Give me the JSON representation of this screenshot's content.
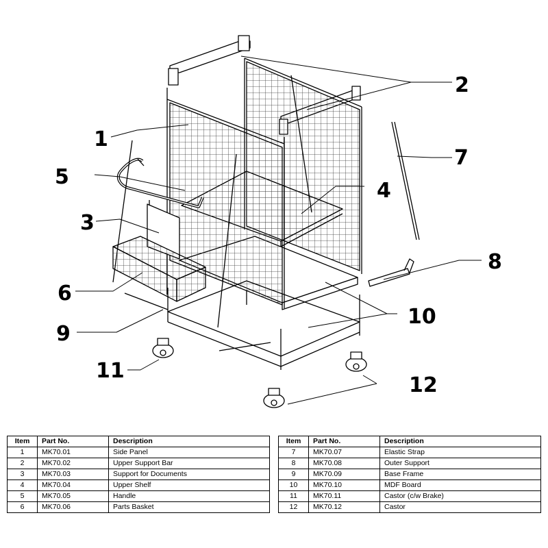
{
  "callouts": [
    "1",
    "2",
    "3",
    "4",
    "5",
    "6",
    "7",
    "8",
    "9",
    "10",
    "11",
    "12"
  ],
  "table": {
    "headers": [
      "Item",
      "Part No.",
      "Description"
    ],
    "left_rows": [
      {
        "item": "1",
        "part": "MK70.01",
        "desc": "Side Panel"
      },
      {
        "item": "2",
        "part": "MK70.02",
        "desc": "Upper Support Bar"
      },
      {
        "item": "3",
        "part": "MK70.03",
        "desc": "Support for Documents"
      },
      {
        "item": "4",
        "part": "MK70.04",
        "desc": "Upper Shelf"
      },
      {
        "item": "5",
        "part": "MK70.05",
        "desc": "Handle"
      },
      {
        "item": "6",
        "part": "MK70.06",
        "desc": "Parts Basket"
      }
    ],
    "right_rows": [
      {
        "item": "7",
        "part": "MK70.07",
        "desc": "Elastic Strap"
      },
      {
        "item": "8",
        "part": "MK70.08",
        "desc": "Outer Support"
      },
      {
        "item": "9",
        "part": "MK70.09",
        "desc": "Base Frame"
      },
      {
        "item": "10",
        "part": "MK70.10",
        "desc": "MDF Board"
      },
      {
        "item": "11",
        "part": "MK70.11",
        "desc": "Castor (c/w Brake)"
      },
      {
        "item": "12",
        "part": "MK70.12",
        "desc": "Castor"
      }
    ]
  }
}
